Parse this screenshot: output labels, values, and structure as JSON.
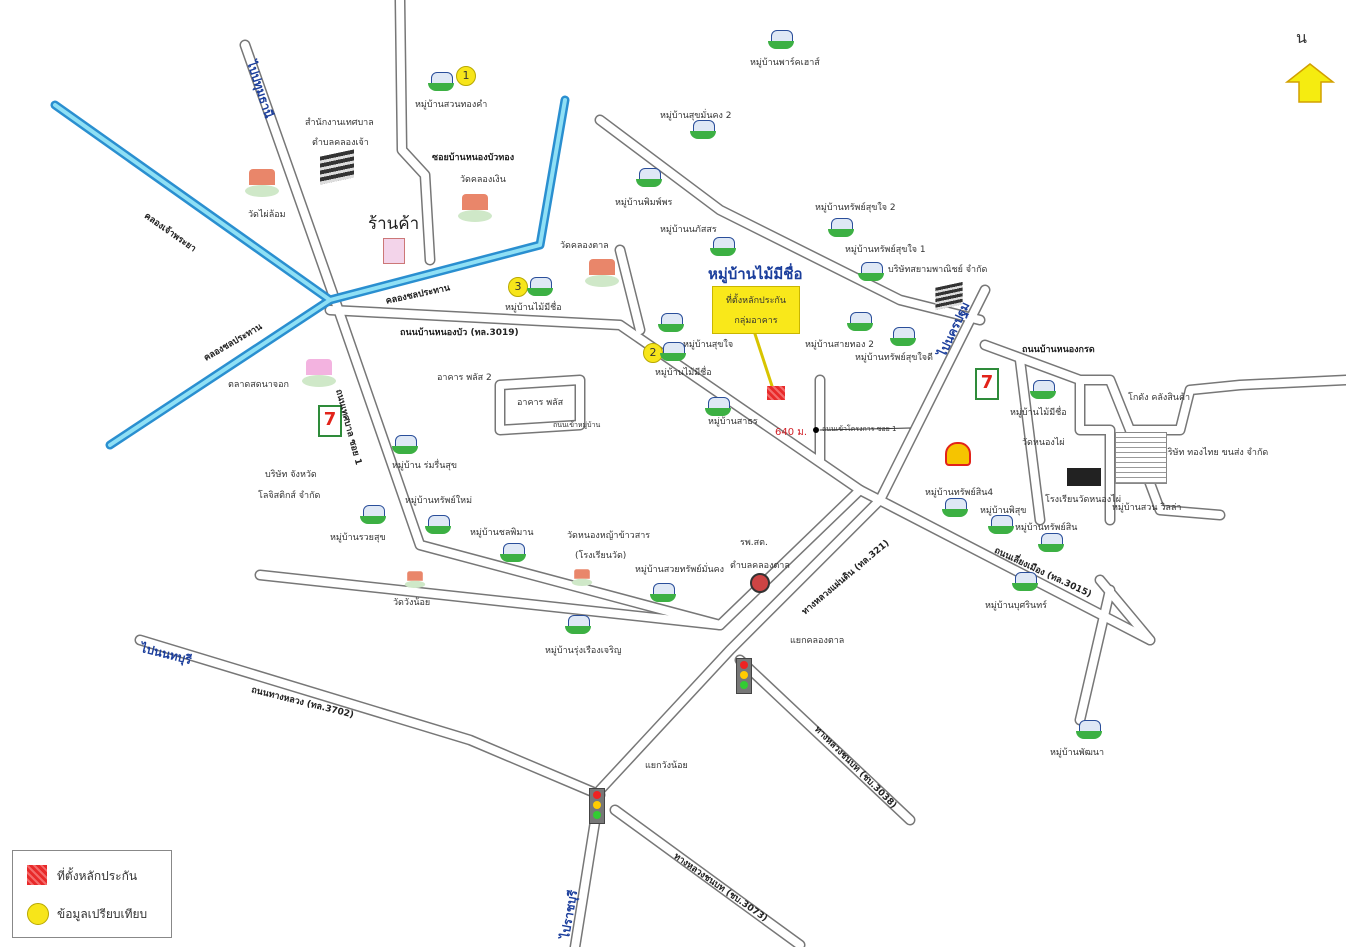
{
  "north_label": "น",
  "legend": {
    "collateral": "ที่ตั้งหลักประกัน",
    "comparable": "ข้อมูลเปรียบเทียบ",
    "collateral_color": "#e82a2a",
    "comparable_color": "#f7e51a"
  },
  "callout": {
    "line1": "ที่ตั้งหลักประกัน",
    "line2": "กลุ่มอาคาร"
  },
  "distance": "640 ม.",
  "labels": {
    "shop": "ร้านค้า",
    "main_village": "หมู่บ้านไม้มีชื่อ",
    "nong_krot_road": "ถนนบ้านหนองกรด",
    "to_north": "ไปปทุมธานี",
    "to_northeast": "ไปนครปฐม",
    "to_west": "ไปนนทบุรี",
    "to_south": "ไปราชบุรี",
    "soi_nong_bua": "ซอยบ้านหนองบัวทอง",
    "wat_right": "วัดคลองเงิน",
    "wat_left": "วัดไผ่ล้อม",
    "office": "สำนักงานเทศบาล",
    "office2": "ตำบลคลองเจ้า",
    "wat_canal": "วัดคลองตาล",
    "market": "ตลาดสดนาจอก",
    "company1": "บริษัท จังหวัด",
    "company1b": "โลจิสติกส์ จำกัด",
    "school": "วัดหนองหญ้าข้าวสาร",
    "school2": "(โรงเรียนวัด)",
    "temple_sm": "วัดวังน้อย",
    "hospital": "รพ.สต.",
    "hospital2": "ตำบลคลองตาล",
    "junction1": "แยกคลองตาล",
    "junction2": "แยกวังน้อย",
    "road_west": "ถนนทางหลวง (ทล.3702)",
    "road_south": "ทางหลวงชนบท (ชบ.3073)",
    "road_se": "ทางหลวงชนบท (ชบ.3038)",
    "road_east": "ถนนเลี่ยงเมือง (ทล.3015)",
    "road_main": "ทางหลวงแผ่นดิน (ทล.321)",
    "road_vertical": "ถนนเทศบาล ซอย 1",
    "canal1": "คลองเจ้าพระยา",
    "canal2": "คลองชลประทาน",
    "lane_road": "ถนนบ้านหนองบัว (ทล.3019)",
    "company_tr": "บริษัทสยามพาณิชย์ จำกัด",
    "company_r": "บริษัท ทองไทย ขนส่ง จำกัด",
    "warehouse": "โกดัง คลังสินค้า",
    "wat_e": "วัดหนองไผ่",
    "school_e": "โรงเรียนวัดหนองไผ่",
    "village_grid": "หมู่บ้านสวน วิลล่า",
    "lane_small": "ถนนเข้าหมู่บ้าน",
    "to_site_road": "ถนนเข้าโครงการ ซอย 1",
    "warehouse2": "อาคาร พลัส 2",
    "warehouse3": "อาคาร พลัส"
  },
  "villages": [
    "หมู่บ้านสวนทองคำ",
    "หมู่บ้านพาร์คเฮาส์",
    "หมู่บ้านสุขมั่นคง 2",
    "หมู่บ้านพิมพ์พร",
    "หมู่บ้านนภัสสร",
    "หมู่บ้านทรัพย์สุขใจ 2",
    "หมู่บ้านทรัพย์สุขใจ 1",
    "หมู่บ้านไม้มีชื่อ",
    "หมู่บ้านสุขใจ",
    "หมู่บ้านไม้มีชื่อ",
    "หมู่บ้านสาธร",
    "หมู่บ้านสายทอง 2",
    "หมู่บ้านทรัพย์สุขใจดี",
    "หมู่บ้าน ร่มรื่นสุข",
    "หมู่บ้านชลพิมาน",
    "หมู่บ้านรวยสุข",
    "หมู่บ้านทรัพย์ใหม่",
    "หมู่บ้านสวยทรัพย์มั่นคง",
    "หมู่บ้านรุ่งเรืองเจริญ",
    "หมู่บ้านไม้มีชื่อ",
    "หมู่บ้านทรัพย์สิน4",
    "หมู่บ้านพิสุข",
    "หมู่บ้านทรัพย์สิน",
    "หมู่บ้านบุศรินทร์",
    "หมู่บ้านพัฒนา"
  ]
}
